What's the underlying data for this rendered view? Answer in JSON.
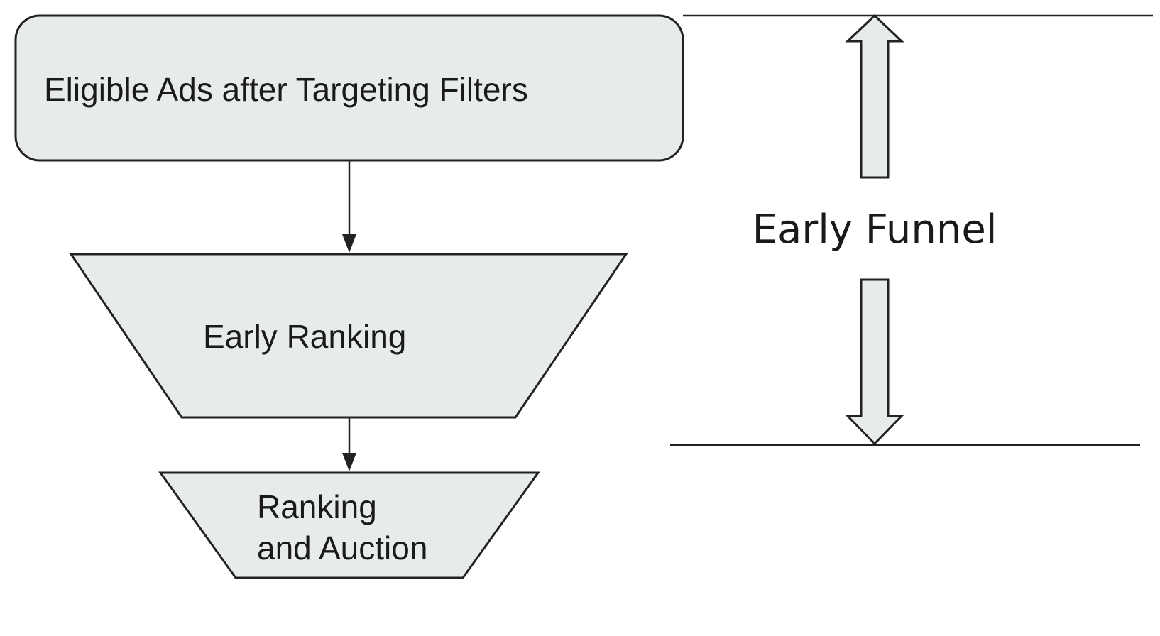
{
  "diagram": {
    "box_top": {
      "label": "Eligible Ads after Targeting Filters"
    },
    "funnel_mid": {
      "label": "Early Ranking"
    },
    "funnel_bottom": {
      "line1": "Ranking",
      "line2": "and Auction"
    },
    "bracket": {
      "label": "Early Funnel"
    }
  },
  "colors": {
    "shape_fill": "#e8ebec",
    "stroke": "#222222",
    "text": "#1a1a1a"
  }
}
